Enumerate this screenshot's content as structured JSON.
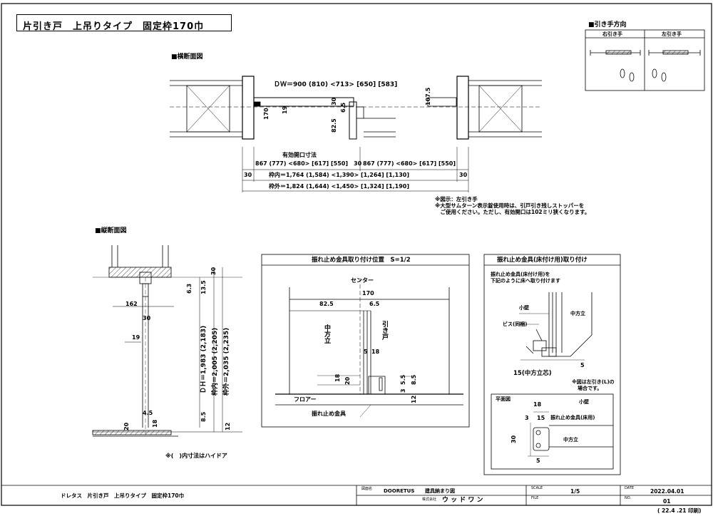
{
  "header": {
    "title": "片引き戸　上吊りタイプ　固定枠170巾"
  },
  "sections": {
    "horizontal_title": "■横断面図",
    "vertical_title": "■縦断面図",
    "handle_title": "■引き手方向",
    "right_hand": "右引き手",
    "left_hand": "左引き手",
    "install_title": "振れ止め金具取り付け位置　S=1/2",
    "floor_title": "振れ止め金具(床付け用)取り付け"
  },
  "horizontal": {
    "dw": "ＤＷ＝900 (810) <713> [650] [583]",
    "d107": "107.5",
    "d30": "30",
    "d65": "6.5",
    "d170": "170",
    "d19": "19",
    "d825": "82.5",
    "opening_label": "有効開口寸法",
    "opening_left": "867 (777) <680> [617] [550]",
    "opening_mid": "30",
    "opening_right": "867 (777) <680> [617] [550]",
    "inner_l": "30",
    "inner": "枠内＝1,764 (1,584) <1,390> [1,264] [1,130]",
    "inner_r": "30",
    "outer": "枠外＝1,824 (1,644) <1,450> [1,324] [1,190]"
  },
  "notes": {
    "n1": "※図示：左引き手",
    "n2": "※大型サムターン表示錠使用時は、引戸引き残しストッパーを",
    "n3": "　ご使用ください。ただし、有効開口は102ミリ狭くなります。"
  },
  "vertical": {
    "d30": "30",
    "d63": "6.3",
    "d135": "13.5",
    "d162": "162",
    "d30b": "30",
    "d19": "19",
    "dh": "ＤＨ＝1,983 (2,183)",
    "inner": "枠内＝2,005 (2,205)",
    "outer": "枠外＝2,035 (2,235)",
    "d45": "4.5",
    "d20": "20",
    "d18": "18",
    "d85": "8.5",
    "d12": "12",
    "note": "※(　)内寸法はハイドア"
  },
  "install": {
    "center": "センター",
    "d170": "170",
    "d825": "82.5",
    "d65": "6.5",
    "frame": "中方立",
    "door": "引き戸",
    "d5": "5",
    "d18": "18",
    "d18b": "18",
    "d20": "20",
    "d3": "3",
    "d55": "5.5",
    "d85": "8.5",
    "d12": "12",
    "floor": "フロアー",
    "fitting": "振れ止め金具"
  },
  "floor": {
    "desc1": "振れ止め金具(床付け用)を",
    "desc2": "下記のように床へ取り付けます",
    "wall": "小壁",
    "frame": "中方立",
    "screw": "ビス(同梱)",
    "d5": "5",
    "d15": "15(中方立芯)",
    "note1": "※図は左引き(L)の",
    "note2": "場合です。",
    "plan": "平面図",
    "p18": "18",
    "pwall": "小壁",
    "p3": "3",
    "p15": "15",
    "pfitting": "振れ止め金具(床用)",
    "p30": "30",
    "pframe": "中方立",
    "p5": "5"
  },
  "footer": {
    "product": "ドレタス　片引き戸　上吊りタイプ　固定枠170巾",
    "label_name": "図面名",
    "dooretus": "DOORETUS",
    "drawing": "建具納まり図",
    "label_scale": "SCALE",
    "scale": "1/5",
    "label_date": "DATE",
    "date": "2022.04.01",
    "label_company": "株式会社",
    "company": "ウ ッ ド ワ ン",
    "label_file": "FILE",
    "label_no": "NO.",
    "no": "01",
    "print": "( 22.4 .21 印刷)"
  }
}
